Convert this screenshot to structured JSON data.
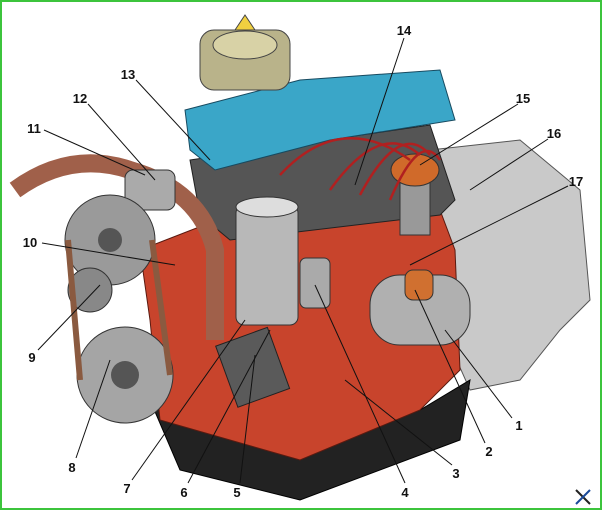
{
  "diagram": {
    "subject": "engine",
    "callouts": [
      {
        "label": "1"
      },
      {
        "label": "2"
      },
      {
        "label": "3"
      },
      {
        "label": "4"
      },
      {
        "label": "5"
      },
      {
        "label": "6"
      },
      {
        "label": "7"
      },
      {
        "label": "8"
      },
      {
        "label": "9"
      },
      {
        "label": "10"
      },
      {
        "label": "11"
      },
      {
        "label": "12"
      },
      {
        "label": "13"
      },
      {
        "label": "14"
      },
      {
        "label": "15"
      },
      {
        "label": "16"
      },
      {
        "label": "17"
      }
    ],
    "colors": {
      "border": "#3cc43c",
      "block": "#c8442c",
      "valve_cover": "#3aa6c8",
      "bellhousing": "#c9c9c9",
      "oil_pan": "#222222"
    }
  }
}
